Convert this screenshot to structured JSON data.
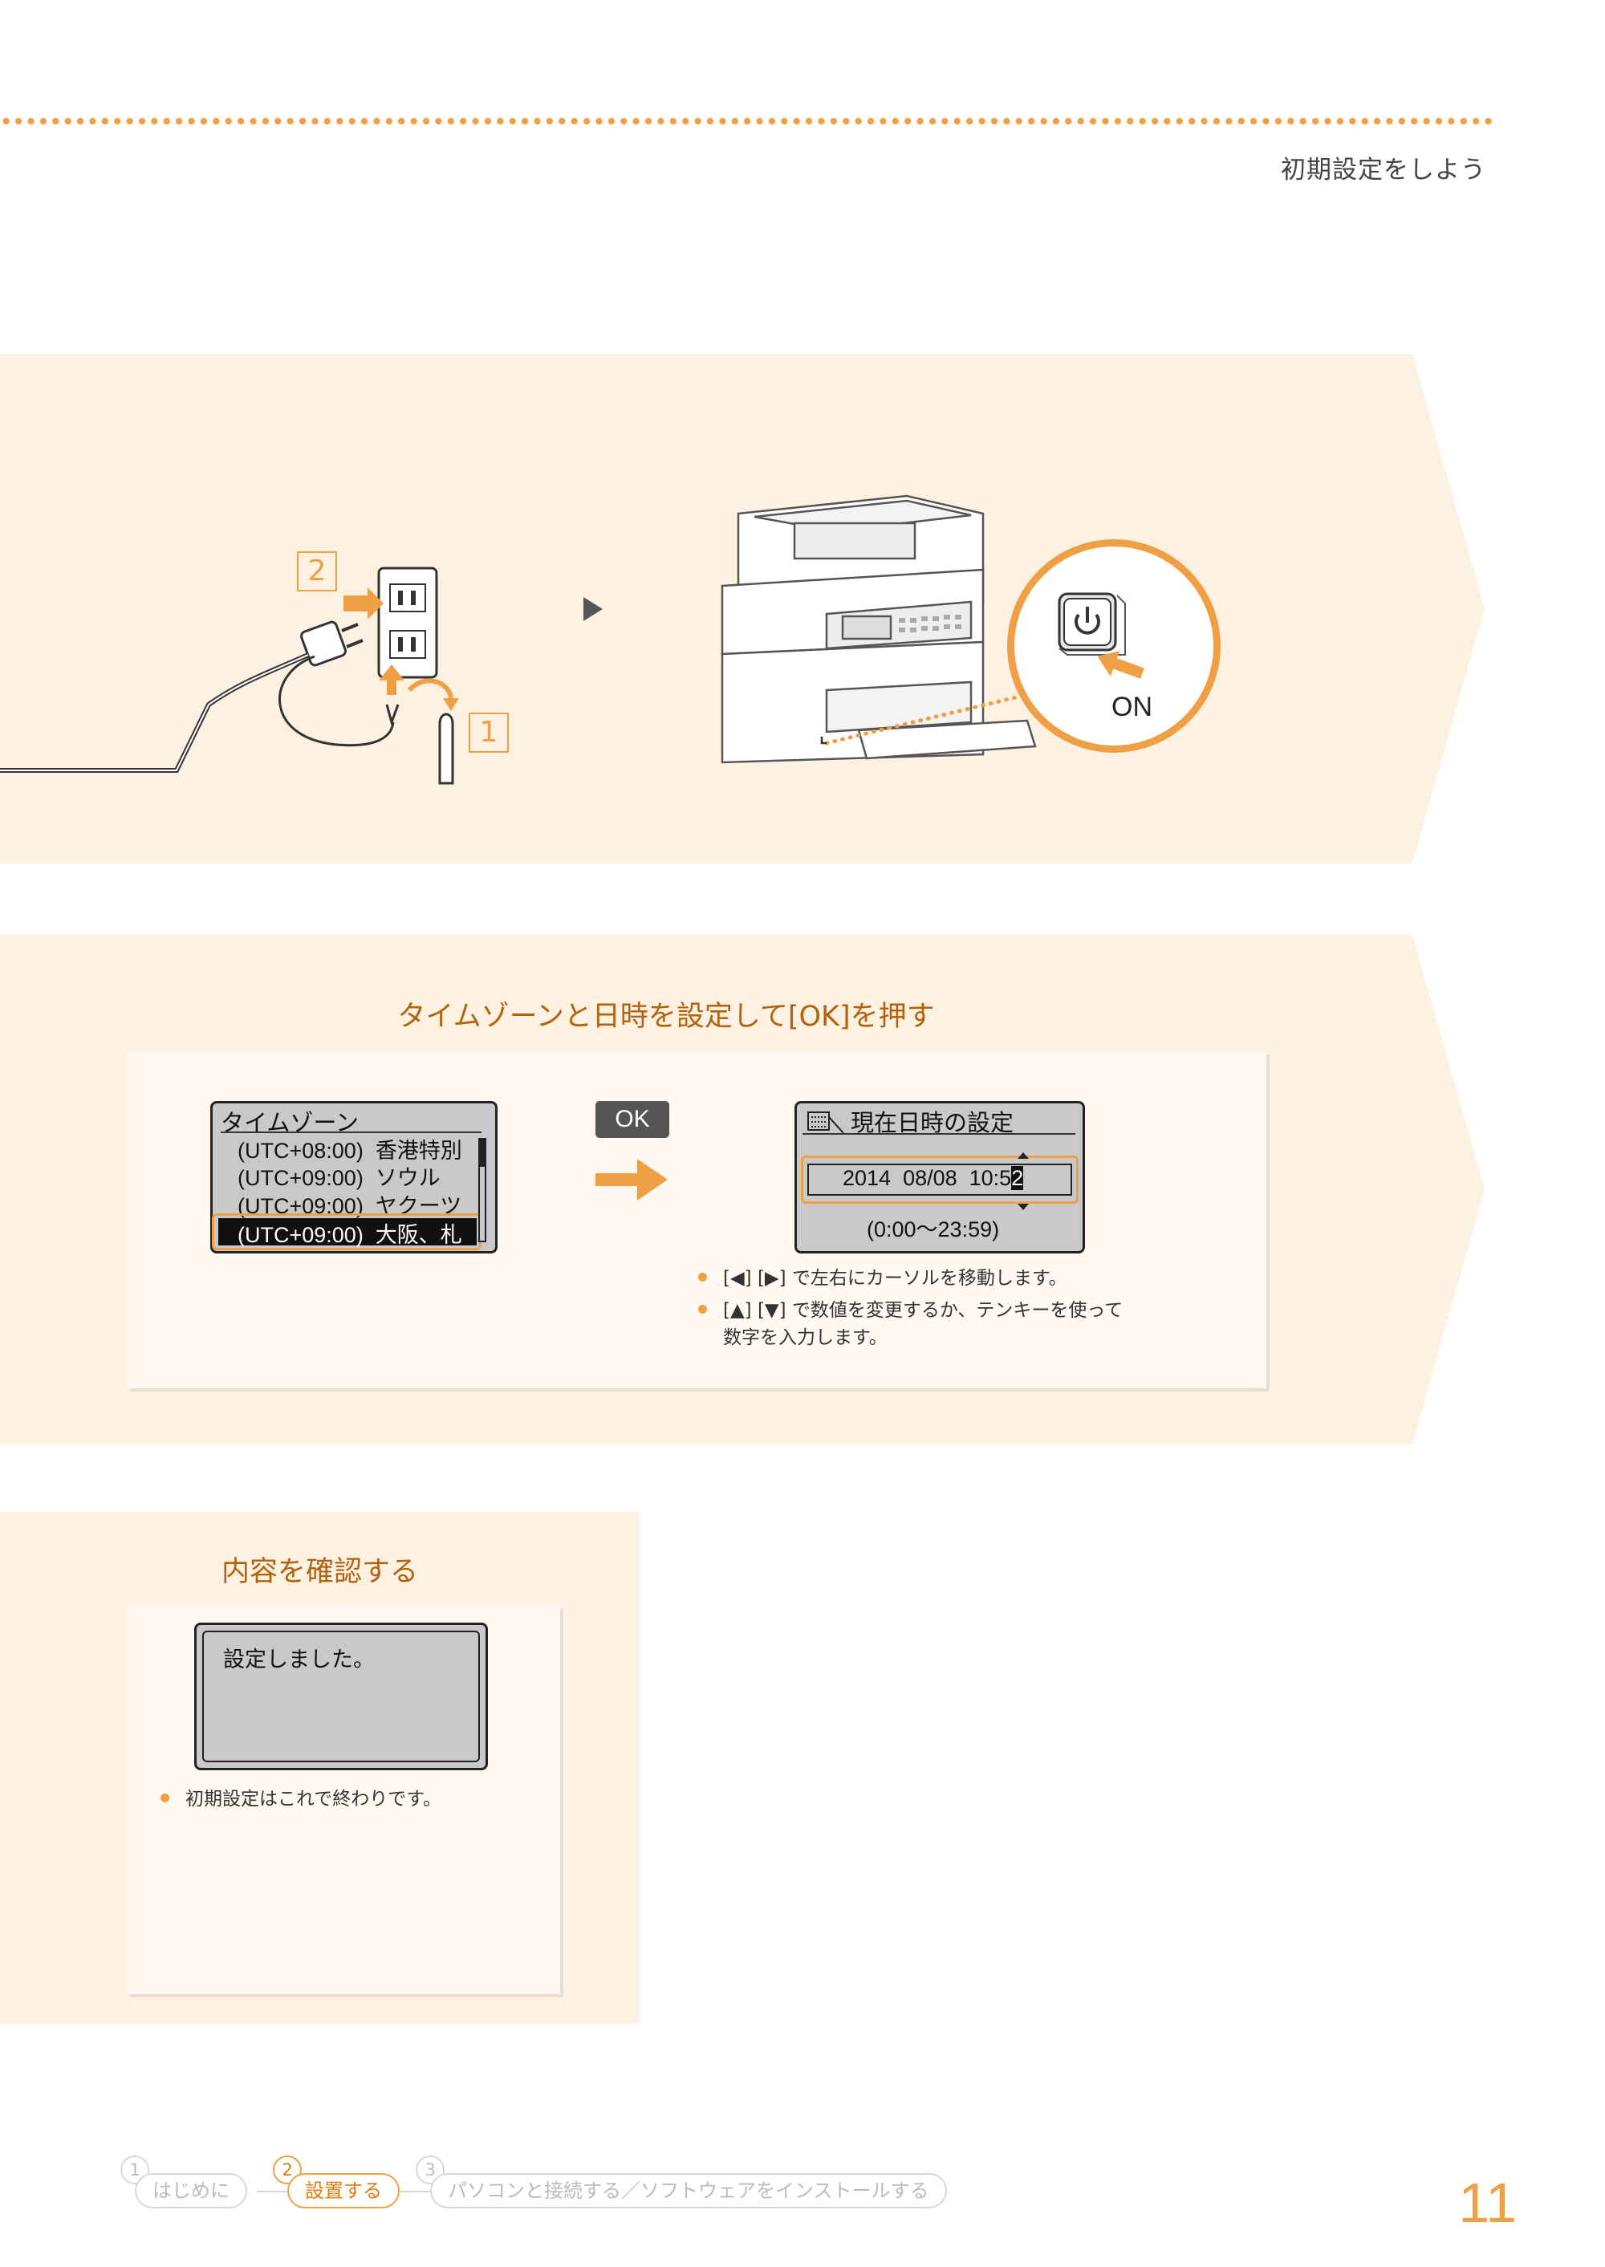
{
  "header": {
    "section_title": "初期設定をしよう"
  },
  "step1": {
    "label_1": "1",
    "label_2": "2",
    "on_label": "ON"
  },
  "step2": {
    "title": "タイムゾーンと日時を設定して[OK]を押す",
    "timezone_screen": {
      "title": "タイムゾーン",
      "rows": [
        "(UTC+08:00)  香港特別",
        "(UTC+09:00)  ソウル",
        "(UTC+09:00)  ヤクーツ",
        "(UTC+09:00)  大阪、札"
      ],
      "selected_index": 3
    },
    "ok_button": "OK",
    "datetime_screen": {
      "title": "現在日時の設定",
      "value_prefix": "2014  08/08  10:5",
      "value_cursor": "2",
      "range": "(0:00～23:59)"
    },
    "bullets": [
      "[◀] [▶] で左右にカーソルを移動します。",
      "[▲] [▼] で数値を変更するか、テンキーを使って",
      "数字を入力します。"
    ]
  },
  "step3": {
    "title": "内容を確認する",
    "screen_text": "設定しました。",
    "bullet": "初期設定はこれで終わりです。"
  },
  "footer_nav": {
    "items": [
      {
        "num": "1",
        "label": "はじめに"
      },
      {
        "num": "2",
        "label": "設置する"
      },
      {
        "num": "3",
        "label": "パソコンと接続する／ソフトウェアをインストールする"
      }
    ],
    "active_index": 1
  },
  "page_number": "11",
  "colors": {
    "accent": "#f0a044",
    "section_bg": "#fdf1e2",
    "title_text": "#b5620d"
  }
}
